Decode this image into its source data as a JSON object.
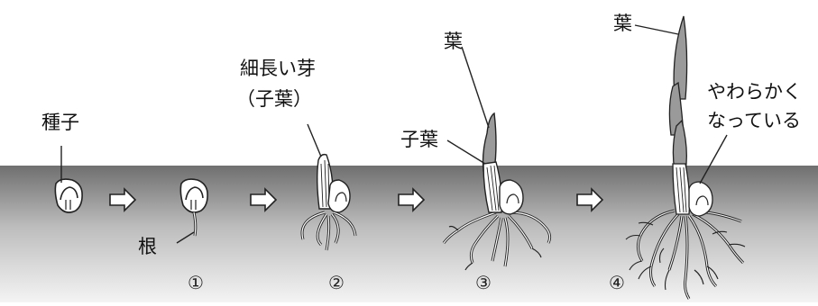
{
  "labels": {
    "seed": "種子",
    "root": "根",
    "long_bud": "細長い芽",
    "cotyledon_paren": "（子葉）",
    "cotyledon": "子葉",
    "leaf_3": "葉",
    "leaf_4": "葉",
    "soft_line1": "やわらかく",
    "soft_line2": "なっている"
  },
  "stages": [
    "①",
    "②",
    "③",
    "④"
  ],
  "colors": {
    "soil_top": "#6f6f6f",
    "soil_bottom": "#f2f2f2",
    "leaf_fill": "#9a9a9a",
    "stroke": "#222222"
  },
  "arrows": [
    "right-arrow-icon",
    "right-arrow-icon",
    "right-arrow-icon",
    "right-arrow-icon"
  ]
}
